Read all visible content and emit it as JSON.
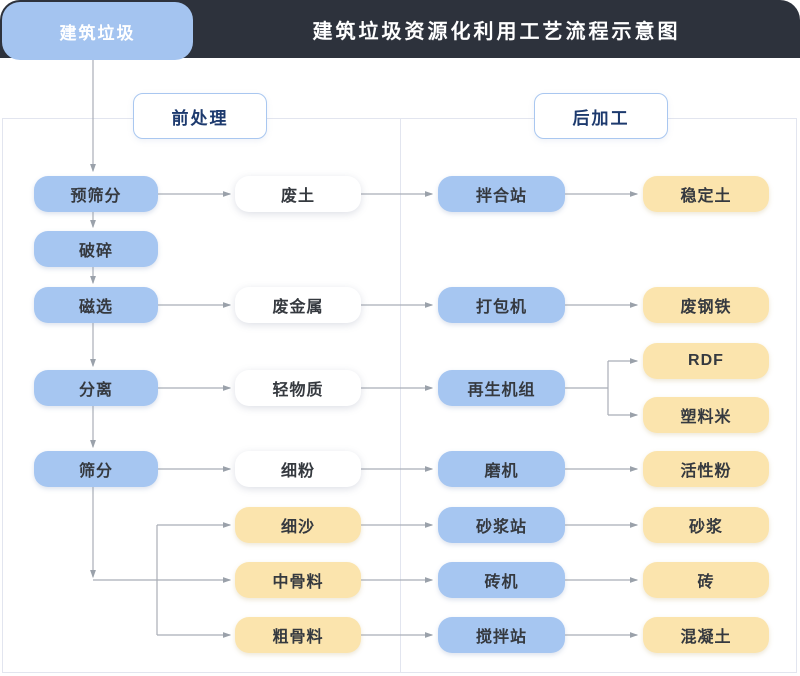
{
  "header": {
    "badge": "建筑垃圾",
    "title": "建筑垃圾资源化利用工艺流程示意图"
  },
  "sections": {
    "pre": "前处理",
    "post": "后加工"
  },
  "nodes": {
    "pre_screening": "预筛分",
    "crushing": "破碎",
    "magnetic_separation": "磁选",
    "separation": "分离",
    "screening": "筛分",
    "waste_soil": "废土",
    "waste_metal": "废金属",
    "light_material": "轻物质",
    "fine_powder": "细粉",
    "fine_sand": "细沙",
    "medium_aggregate": "中骨料",
    "coarse_aggregate": "粗骨料",
    "mixing_station": "拌合站",
    "baler": "打包机",
    "regeneration_unit": "再生机组",
    "mill": "磨机",
    "mortar_station": "砂浆站",
    "brick_machine": "砖机",
    "concrete_mixing_station": "搅拌站",
    "stabilized_soil": "稳定土",
    "scrap_steel": "废钢铁",
    "rdf": "RDF",
    "plastic_pellets": "塑料米",
    "active_powder": "活性粉",
    "mortar": "砂浆",
    "brick": "砖",
    "concrete": "混凝土"
  },
  "colors": {
    "header_bar": "#2d323c",
    "process_blue": "#a6c6f1",
    "product_yellow": "#fbe4ad",
    "section_border": "#a9c7f0",
    "section_text": "#1d3a6e",
    "connector_gray": "#a9aeb6",
    "panel_border": "#e2e5ef"
  }
}
